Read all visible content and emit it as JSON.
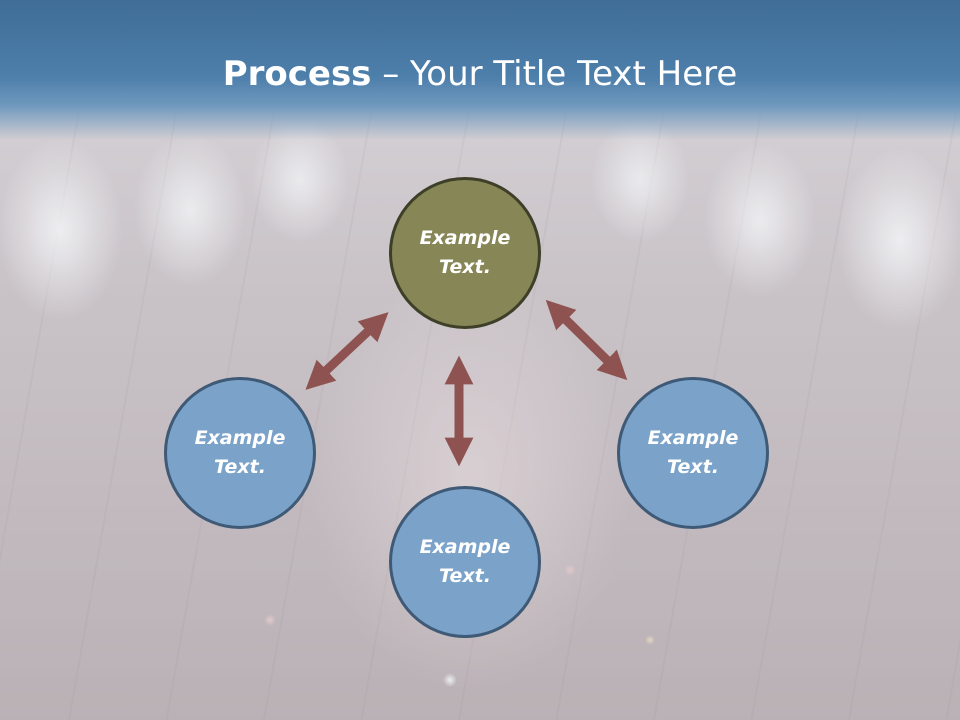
{
  "slide": {
    "title_strong": "Process",
    "title_rest": " – Your Title Text Here"
  },
  "nodes": {
    "top": "Example\nText.",
    "left": "Example\nText.",
    "bottom": "Example\nText.",
    "right": "Example\nText."
  },
  "colors": {
    "title_bar": "#4d7fab",
    "node_top": "#878656",
    "node_blue": "#7ba2c9",
    "arrow": "#8e5351"
  }
}
